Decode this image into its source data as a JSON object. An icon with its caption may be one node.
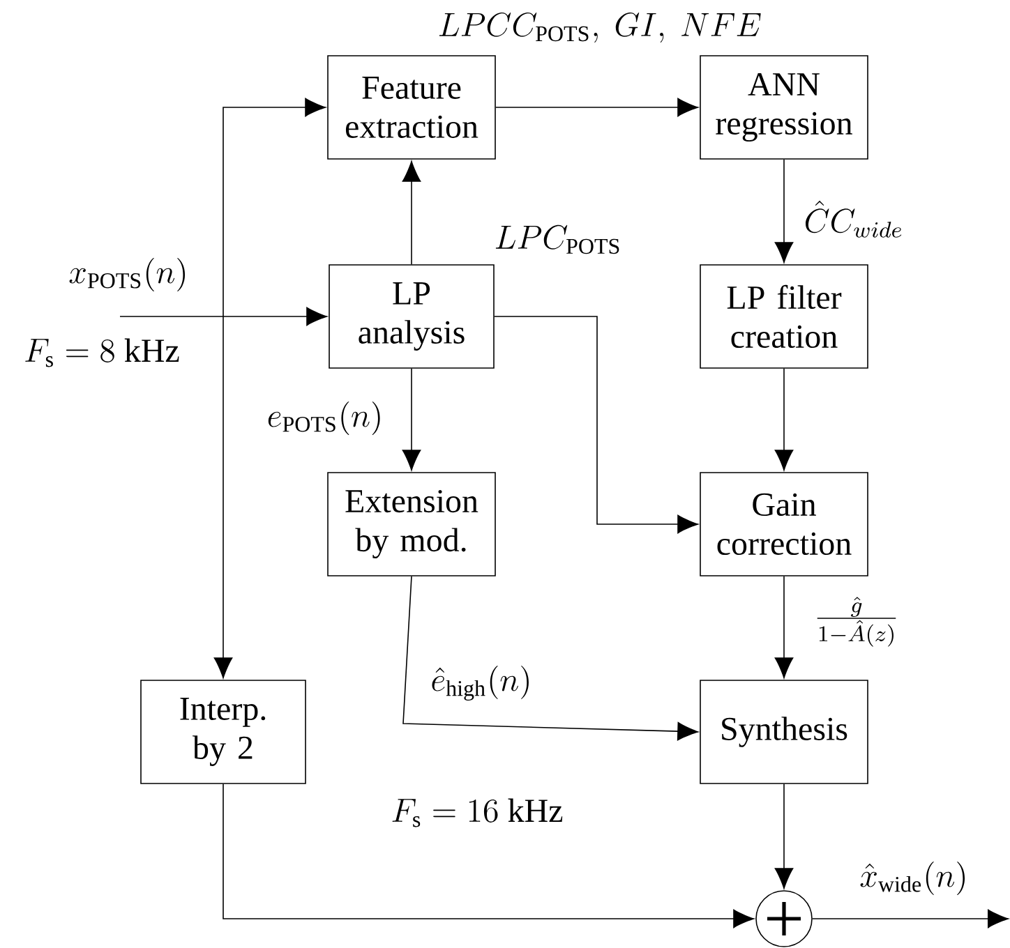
{
  "diagram": {
    "nodes": [
      {
        "text": [
          "Feature extraction"
        ]
      },
      {
        "text": [
          "ANN regression"
        ]
      },
      {
        "text": [
          "LP analysis"
        ]
      },
      {
        "text": [
          "LP filter creation"
        ]
      },
      {
        "text": [
          "Extension by mod."
        ]
      },
      {
        "text": [
          "Gain correction"
        ]
      },
      {
        "text": [
          "Interp. by 2"
        ]
      },
      {
        "text": [
          "Synthesis"
        ]
      },
      {
        "text": [],
        "shape": "circle"
      }
    ],
    "edges": [
      {
        "from": null,
        "to": 2,
        "arrow": "to",
        "label": "x_{\\mathrm{POTS}}(n)"
      },
      {
        "from": null,
        "to": 0,
        "arrow": "to"
      },
      {
        "from": null,
        "to": 6,
        "arrow": "to"
      },
      {
        "from": 2,
        "to": 0,
        "arrow": "to",
        "label": "LPC_{\\mathrm{POTS}}"
      },
      {
        "from": 0,
        "to": 1,
        "arrow": "to",
        "label": "LPCC_{\\mathrm{POTS}},\\ GI,\\ NFE"
      },
      {
        "from": 1,
        "to": 3,
        "arrow": "to",
        "label": "\\hat{C}C_{wide}"
      },
      {
        "from": 3,
        "to": 5,
        "arrow": "to"
      },
      {
        "from": 2,
        "to": 5,
        "arrow": "to"
      },
      {
        "from": 2,
        "to": 4,
        "arrow": "to",
        "label": "e_{\\mathrm{POTS}}(n)"
      },
      {
        "from": 4,
        "to": 7,
        "arrow": "to",
        "label": "\\hat{e}_{\\mathrm{high}}(n)"
      },
      {
        "from": 5,
        "to": 7,
        "arrow": "to",
        "label": "\\frac{\\hat{g}}{1-\\hat{A}(z)}"
      },
      {
        "from": 6,
        "to": 8,
        "arrow": "to"
      },
      {
        "from": 7,
        "to": 8,
        "arrow": "to"
      },
      {
        "from": 8,
        "to": null,
        "arrow": "to",
        "label": "\\hat{x}_{\\mathrm{wide}}(n)"
      }
    ],
    "labels": [
      "F_{\\mathrm{s}} = 8\\ \\mathrm{kHz}",
      "F_{\\mathrm{s}} = 16\\ \\mathrm{kHz}"
    ]
  }
}
